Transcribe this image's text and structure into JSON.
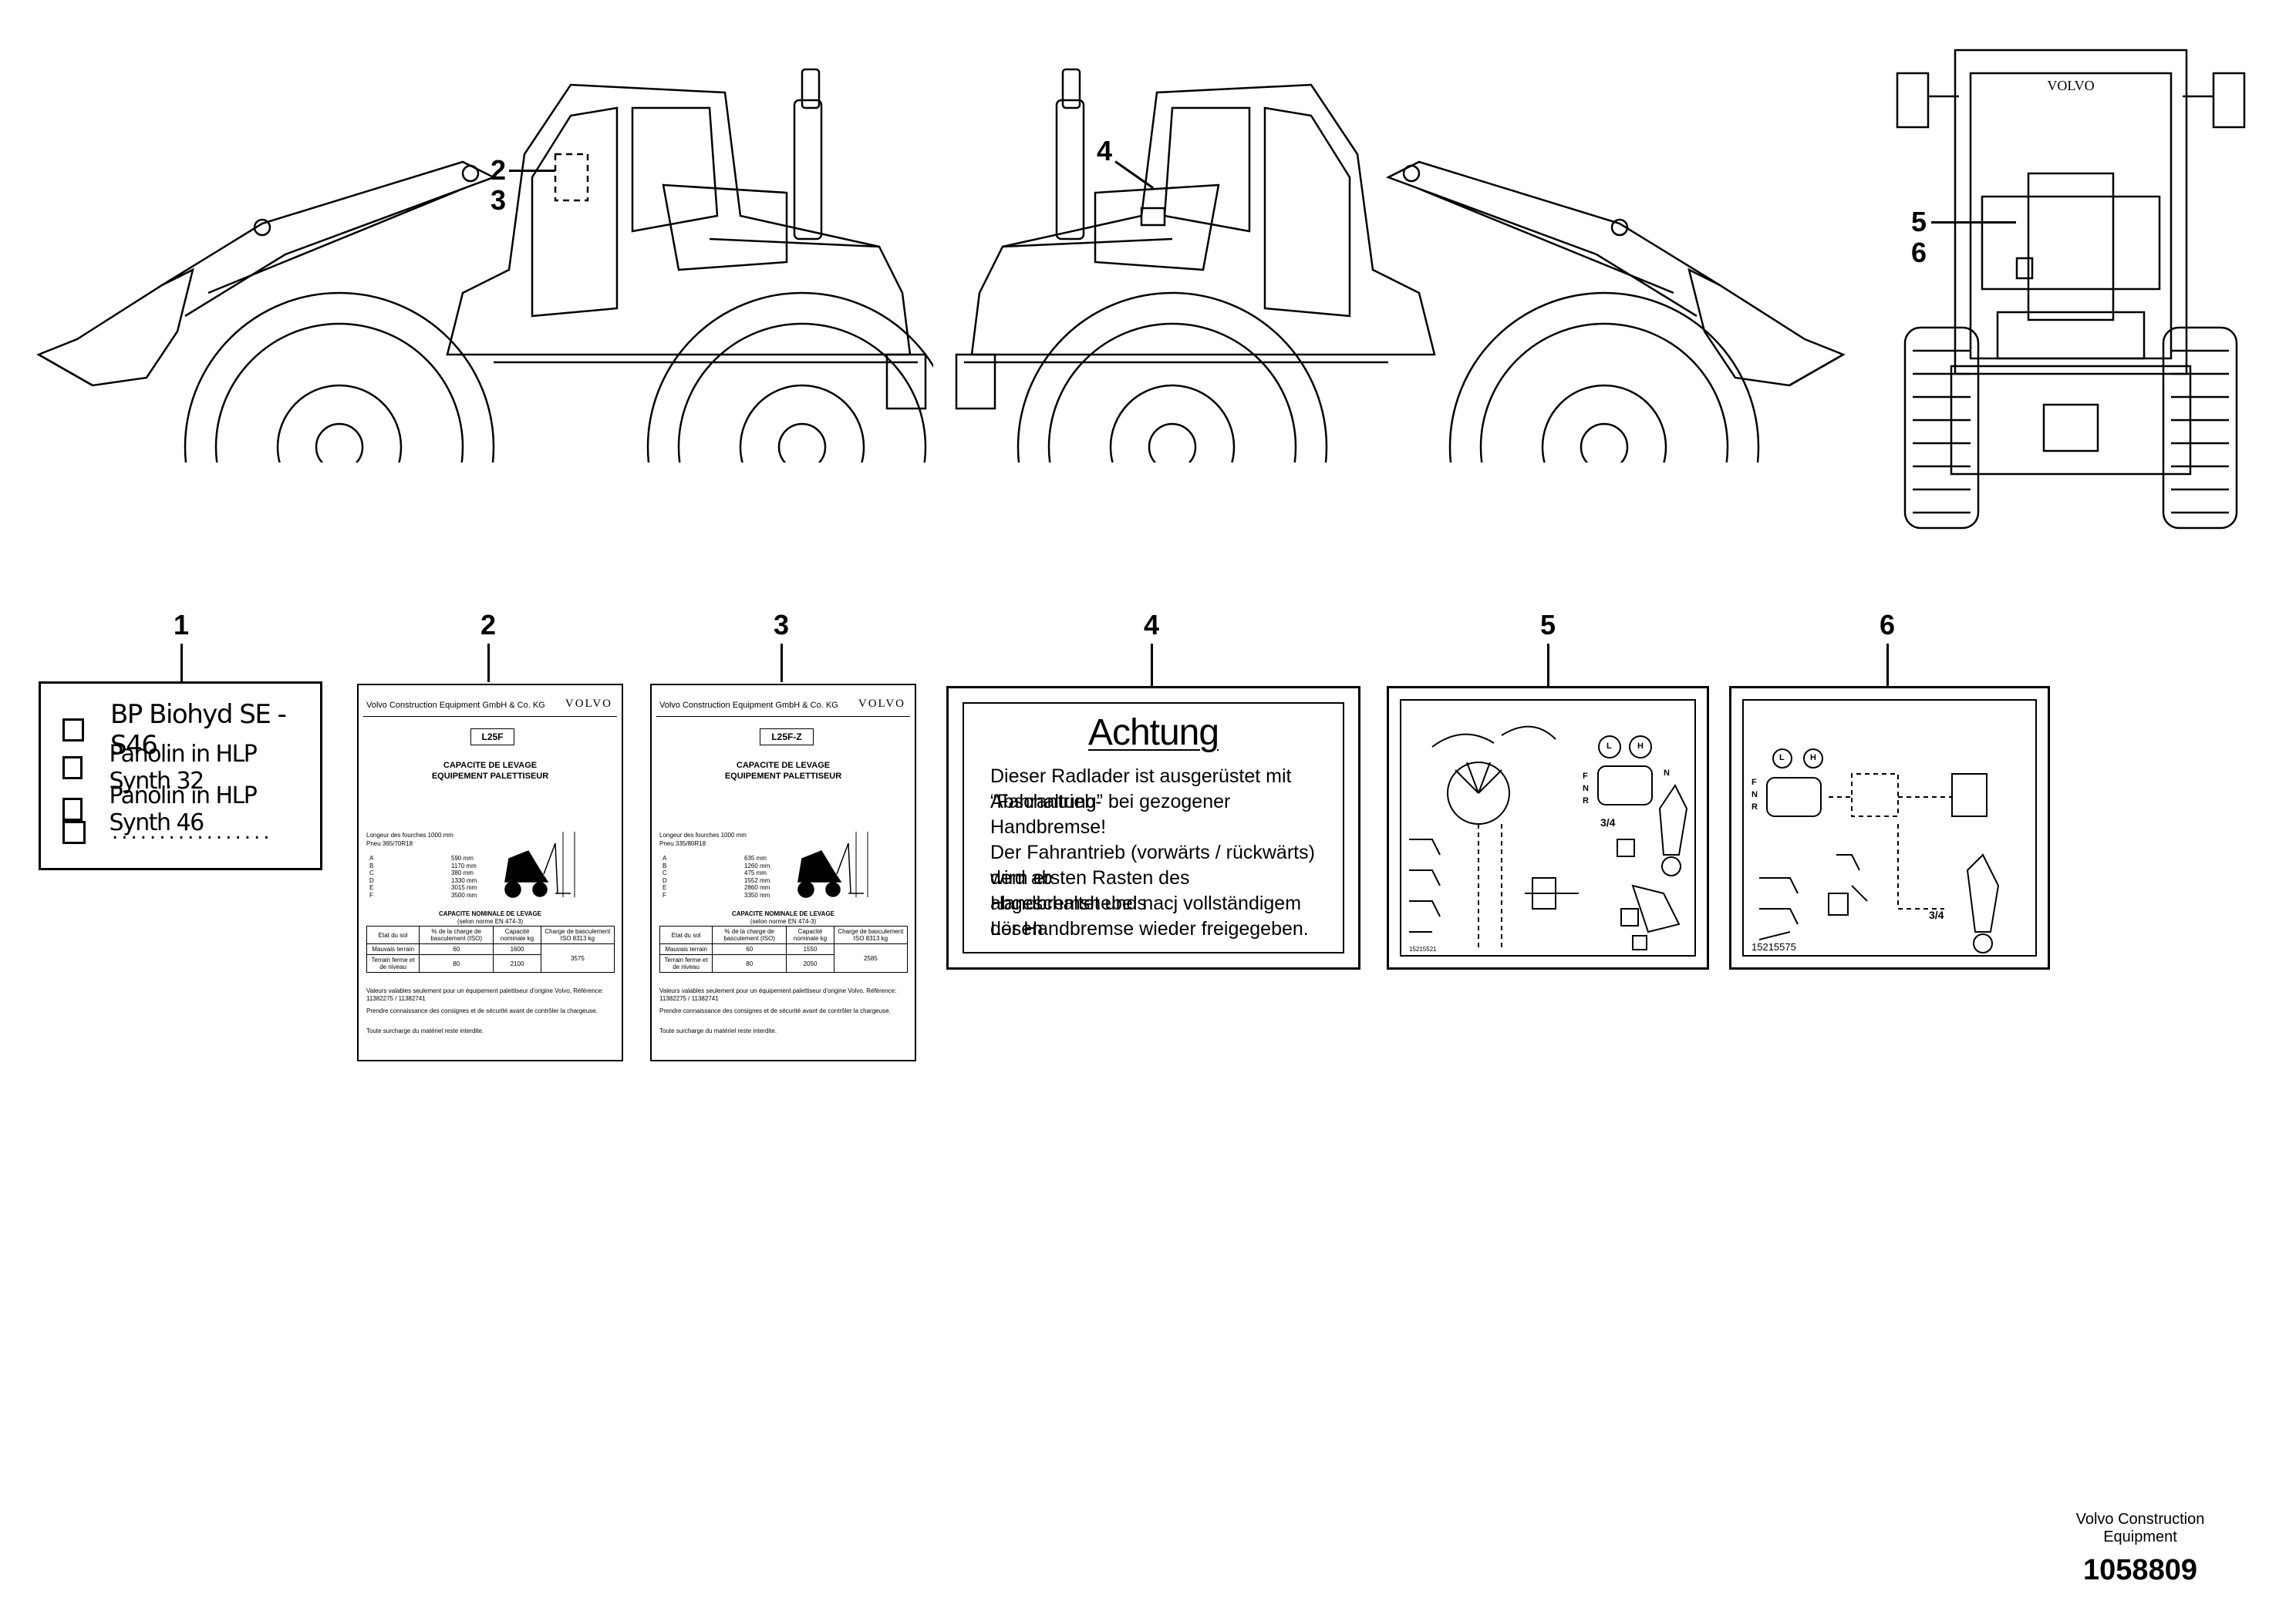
{
  "callouts": {
    "c2": "2",
    "c3": "3",
    "c4": "4",
    "c5": "5",
    "c6": "6"
  },
  "decal_numbers": [
    "1",
    "2",
    "3",
    "4",
    "5",
    "6"
  ],
  "decal1": {
    "rows": [
      "BP Biohyd SE - S46",
      "Panolin in HLP Synth 32",
      "Panolin in HLP Synth 46",
      "................."
    ]
  },
  "decal2": {
    "company": "Volvo Construction Equipment GmbH & Co. KG",
    "brand": "VOLVO",
    "model": "L25F",
    "title1": "CAPACITE DE LEVAGE",
    "title2": "EQUIPEMENT PALETTISEUR",
    "specs": [
      "Longeur des fourches   1000 mm",
      "Pneu   365/70R18"
    ],
    "dims_letters": "A\nB\nC\nD\nE\nF",
    "dims_values": "590 mm\n1170 mm\n380 mm\n1330 mm\n3015 mm\n3500 mm",
    "nominal": "CAPACITE NOMINALE DE LEVAGE",
    "norm": "(selon norme EN 474-3)",
    "table_head": [
      "Etat du sol",
      "% de la charge de basculement (ISO)",
      "Capacité nominale kg",
      "Charge de basculement ISO 8313 kg"
    ],
    "table_rows": [
      [
        "Mauvais terrain",
        "60",
        "1600",
        "3575"
      ],
      [
        "Terrain ferme et de niveau",
        "80",
        "2100",
        ""
      ]
    ],
    "notes": [
      "Valeurs valables seulement pour un équipement palettiseur d'origine Volvo, Référence: 11382275 / 11382741",
      "Prendre connaissance des consignes et de sécurité avant de contrôler la chargeuse.",
      "Toute surcharge du matériel reste interdite."
    ]
  },
  "decal3": {
    "company": "Volvo Construction Equipment GmbH & Co. KG",
    "brand": "VOLVO",
    "model": "L25F-Z",
    "title1": "CAPACITE DE LEVAGE",
    "title2": "EQUIPEMENT PALETTISEUR",
    "specs": [
      "Longeur des fourches   1000 mm",
      "Pneu   335/80R18"
    ],
    "dims_letters": "A\nB\nC\nD\nE\nF",
    "dims_values": "635 mm\n1260 mm\n475 mm\n1552 mm\n2860 mm\n3350 mm",
    "nominal": "CAPACITE NOMINALE DE LEVAGE",
    "norm": "(selon norme EN 474-3)",
    "table_head": [
      "Etat du sol",
      "% de la charge de basculement (ISO)",
      "Capacité nominale kg",
      "Charge de basculement ISO 8313 kg"
    ],
    "table_rows": [
      [
        "Mauvais terrain",
        "60",
        "1550",
        "2585"
      ],
      [
        "Terrain ferme et de niveau",
        "80",
        "2050",
        ""
      ]
    ],
    "notes": [
      "Valeurs valables seulement pour un équipement palettiseur d'origine Volvo, Référence: 11382275 / 11382741",
      "Prendre connaissance des consignes et de sécurité avant de contrôler la chargeuse.",
      "Toute surcharge du matériel reste interdite."
    ]
  },
  "decal4": {
    "title": "Achtung",
    "lines": [
      "Dieser Radlader ist ausgerüstet mit “Fahrantrieb-",
      "Abschaltung” bei gezogener Handbremse!",
      "",
      "Der Fahrantrieb (vorwärts / rückwärts) wird ab",
      "dem ersten Rasten des Handbremshebels",
      "abgeschaltet und nacj vollständigem Lösen",
      "der Handbremse wieder freigegeben."
    ]
  },
  "decal5": {
    "code": "15215521",
    "fraction": "3/4",
    "letters": [
      "F",
      "N",
      "R",
      "L",
      "H",
      "N"
    ]
  },
  "decal6": {
    "code": "15215575",
    "fraction": "3/4",
    "letters": [
      "F",
      "N",
      "R",
      "L",
      "H"
    ]
  },
  "footer": {
    "line1": "Volvo Construction",
    "line2": "Equipment",
    "number": "1058809"
  }
}
